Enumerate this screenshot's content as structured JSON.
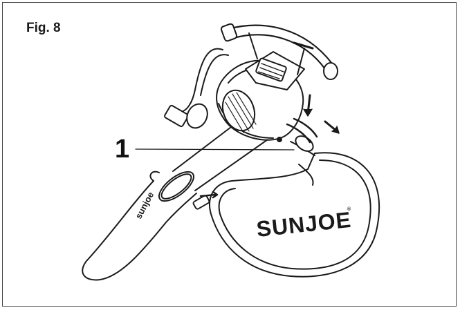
{
  "figure": {
    "label": "Fig. 8",
    "callout_number": "1"
  },
  "branding": {
    "bag_logo": "SUNJOE",
    "tube_logo": "sunjoe",
    "registered_mark": "®"
  },
  "colors": {
    "line": "#1a1a1a",
    "border": "#444444"
  }
}
